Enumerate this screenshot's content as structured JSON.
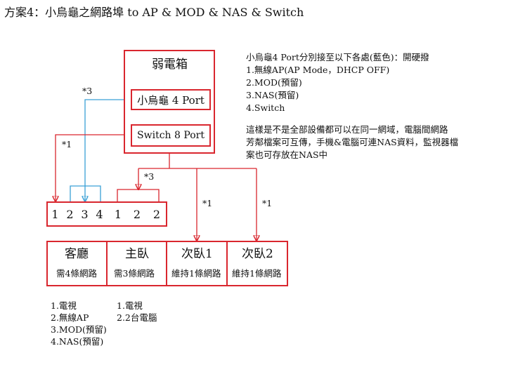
{
  "title": "方案4：小烏龜之網路埠 to AP & MOD & NAS & Switch",
  "cabinet": {
    "label": "弱電箱",
    "router": "小烏龜 4 Port",
    "switch": "Switch 8 Port"
  },
  "notes": {
    "right_intro": "小烏龜4 Port分別接至以下各處(藍色)：開硬撥",
    "right_items": [
      "1.無線AP(AP Mode，DHCP OFF)",
      "2.MOD(預留)",
      "3.NAS(預留)",
      "4.Switch"
    ],
    "right_para": [
      "這樣是不是全部設備都可以在同一網域，電腦間網路",
      "芳鄰檔案可互傳，手機&電腦可連NAS資料，監視器檔",
      "案也可存放在NAS中"
    ]
  },
  "annotations": {
    "router_3": "*3",
    "switch_1": "*1",
    "switch_3": "*3",
    "room3_1": "*1",
    "room4_1": "*1"
  },
  "ports": [
    "1",
    "2",
    "3",
    "4",
    "1",
    "2",
    "2"
  ],
  "rooms": [
    {
      "title": "客廳",
      "sub": "需4條網路"
    },
    {
      "title": "主臥",
      "sub": "需3條網路"
    },
    {
      "title": "次臥1",
      "sub": "維持1條網路"
    },
    {
      "title": "次臥2",
      "sub": "維持1條網路"
    }
  ],
  "living_list": [
    "1.電視",
    "2.無線AP",
    "3.MOD(預留)",
    "4.NAS(預留)"
  ],
  "master_list": [
    "1.電視",
    "2.2台電腦"
  ],
  "colors": {
    "red": "#d9262e",
    "blue": "#3aa0d6"
  }
}
